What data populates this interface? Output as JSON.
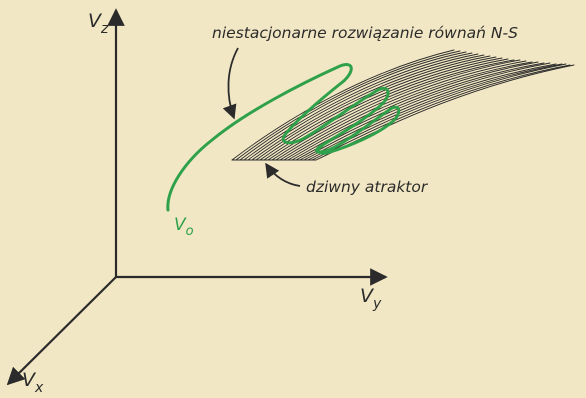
{
  "diagram": {
    "axes": {
      "vz_main": "V",
      "vz_sub": "z",
      "vy_main": "V",
      "vy_sub": "y",
      "vx_main": "V",
      "vx_sub": "x"
    },
    "start_point": {
      "main": "V",
      "sub": "o"
    },
    "annotations": {
      "solution_label": "niestacjonarne rozwiązanie równań N-S",
      "attractor_label": "dziwny atraktor"
    },
    "colors": {
      "background": "#f2e7c4",
      "ink": "#2b2b2b",
      "trajectory": "#2fa14a"
    }
  }
}
